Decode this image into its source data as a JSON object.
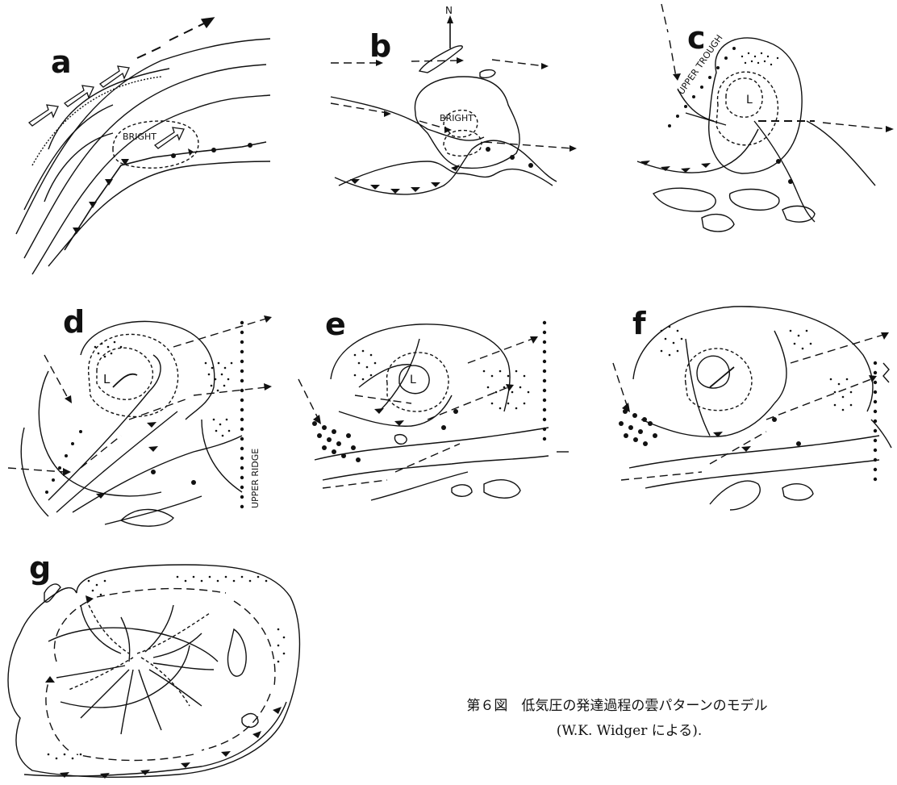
{
  "figure": {
    "caption_line1": "第６図　低気圧の発達過程の雲パターンのモデル",
    "caption_line2": "(W.K. Widger による)."
  },
  "panels": {
    "a": {
      "label": "a",
      "text_bright": "BRIGHT"
    },
    "b": {
      "label": "b",
      "text_north": "N",
      "text_bright": "BRIGHT"
    },
    "c": {
      "label": "c",
      "text_trough": "UPPER TROUGH",
      "text_low": "L"
    },
    "d": {
      "label": "d",
      "text_low": "L",
      "text_ridge": "UPPER RIDGE"
    },
    "e": {
      "label": "e",
      "text_low": "L"
    },
    "f": {
      "label": "f"
    },
    "g": {
      "label": "g"
    }
  }
}
